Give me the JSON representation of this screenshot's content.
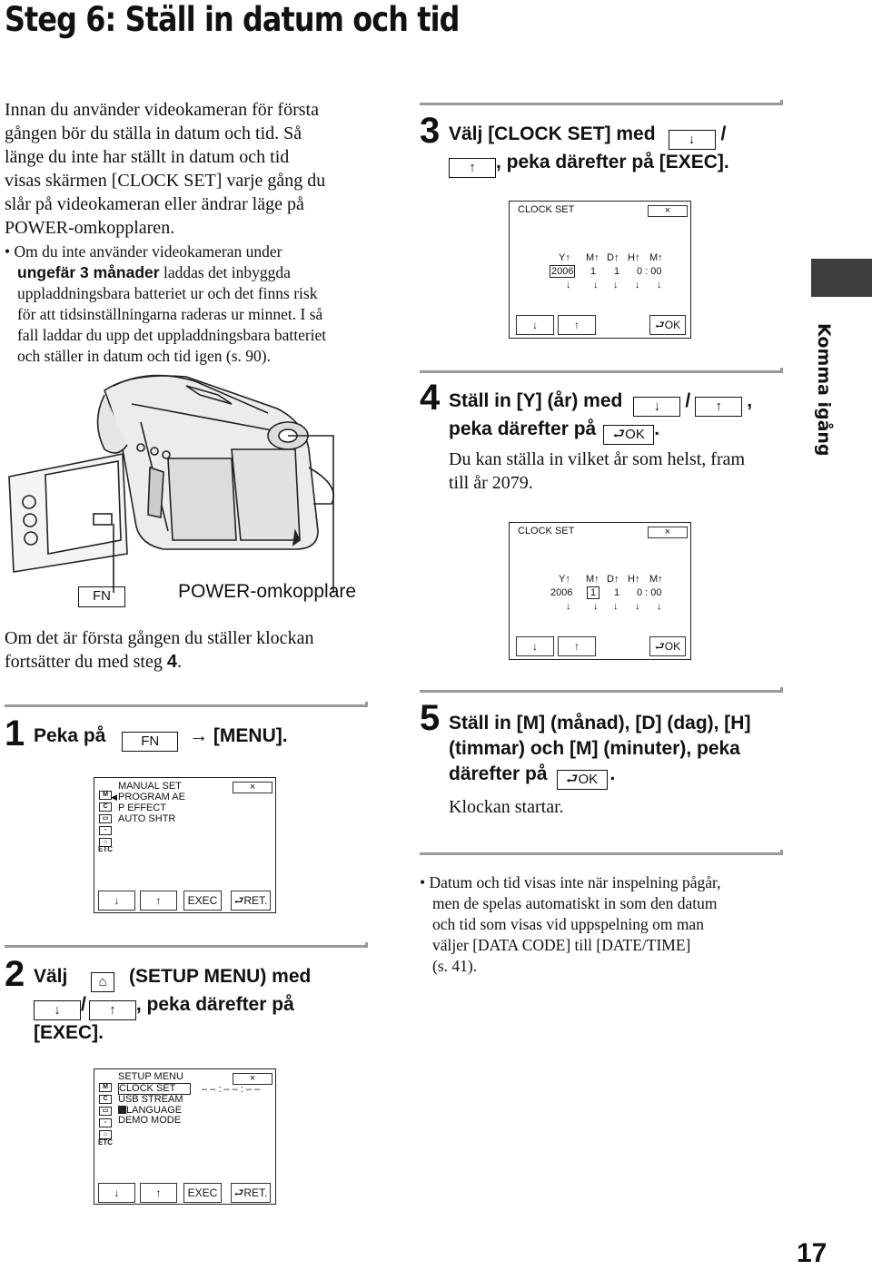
{
  "title": "Steg 6: Ställ in datum och tid",
  "intro": {
    "lines": [
      "Innan du använder videokameran för första",
      "gången bör du ställa in datum och tid. Så",
      "länge du inte har ställt in datum och tid",
      "visas skärmen [CLOCK SET] varje gång du",
      "slår på videokameran eller ändrar läge på",
      "POWER-omkopplaren."
    ]
  },
  "bullet1": {
    "line1": "Om du inte använder videokameran under",
    "bold": "ungefär 3 månader",
    "line2_rest": " laddas det inbyggda",
    "lines": [
      "uppladdningsbara batteriet ur och det finns risk",
      "för att tidsinställningarna raderas ur minnet. I så",
      "fall laddar du upp det uppladdningsbara batteriet",
      "och ställer in datum och tid igen (s. 90)."
    ]
  },
  "camera": {
    "fn_label": "FN",
    "power_label": "POWER-omkopplare"
  },
  "first_time": [
    "Om det är första gången du ställer klockan",
    "fortsätter du med steg "
  ],
  "first_time_step": "4",
  "first_time_end": ".",
  "step1": {
    "num": "1",
    "text_a": "Peka på",
    "fn": "FN",
    "arrow": "→",
    "text_b": "[MENU]."
  },
  "menu_screen": {
    "items": [
      "MANUAL  SET",
      "PROGRAM  AE",
      "P  EFFECT",
      "AUTO  SHTR"
    ],
    "close": "×",
    "buttons": [
      "↓",
      "↑",
      "EXEC",
      "RET."
    ],
    "etc": "ETC"
  },
  "step2": {
    "num": "2",
    "text_a": "Välj",
    "text_b": "(SETUP MENU) med",
    "slash": "/",
    "text_c": ", peka därefter på",
    "text_d": "[EXEC]."
  },
  "setup_screen": {
    "items": [
      "SETUP  MENU",
      "CLOCK  SET",
      "USB STREAM",
      "LANGUAGE",
      "DEMO  MODE"
    ],
    "clock_value": "– – : – – : – –",
    "close": "×",
    "buttons": [
      "↓",
      "↑",
      "EXEC",
      "RET."
    ],
    "etc": "ETC"
  },
  "step3": {
    "num": "3",
    "text_a": "Välj [CLOCK SET] med",
    "slash": "/",
    "text_b": ", peka därefter på [EXEC]."
  },
  "clock_screen1": {
    "title": "CLOCK  SET",
    "close": "×",
    "labels": [
      "Y",
      "M",
      "D",
      "H",
      "M"
    ],
    "year": "2006",
    "month": "1",
    "day": "1",
    "time": "0 : 00",
    "buttons": [
      "↓",
      "↑",
      "OK"
    ]
  },
  "step4": {
    "num": "4",
    "text_a": "Ställ in [Y] (år) med",
    "slash": "/",
    "comma": ",",
    "text_b": "peka därefter på",
    "ok": "OK",
    "period": ".",
    "sub": [
      "Du kan ställa in vilket år som helst, fram",
      "till år 2079."
    ]
  },
  "clock_screen2": {
    "title": "CLOCK  SET",
    "close": "×",
    "labels": [
      "Y",
      "M",
      "D",
      "H",
      "M"
    ],
    "year": "2006",
    "month": "1",
    "day": "1",
    "time": "0 : 00",
    "buttons": [
      "↓",
      "↑",
      "OK"
    ]
  },
  "step5": {
    "num": "5",
    "lines": [
      "Ställ in [M] (månad), [D] (dag), [H]",
      "(timmar) och [M] (minuter), peka"
    ],
    "text_c": "därefter på",
    "ok": "OK",
    "period": ".",
    "sub": "Klockan startar."
  },
  "bullet2": [
    "Datum och tid visas inte när inspelning pågår,",
    "men de spelas automatiskt in som den datum",
    "och tid som visas vid uppspelning om man",
    "väljer [DATA CODE] till [DATE/TIME]",
    "(s. 41)."
  ],
  "side_label": "Komma igång",
  "page_number": "17"
}
